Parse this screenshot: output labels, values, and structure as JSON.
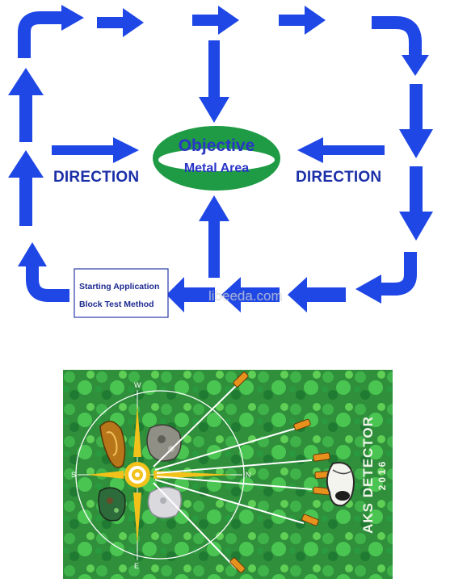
{
  "diagram": {
    "center_line1": "Objective",
    "center_line2": "Metal Area",
    "left_label": "DIRECTION",
    "right_label": "DIRECTION",
    "start_line1": "Starting Application",
    "start_line2": "Block Test Method",
    "watermark": "libeeda.com",
    "colors": {
      "arrow": "#1f47e6",
      "ellipse_fill": "#1f9b45",
      "text": "#1a2fa8"
    }
  },
  "detector": {
    "brand": "AKS DETECTOR",
    "year": "2016",
    "compass_n": "N",
    "compass_s": "S",
    "compass_w": "W",
    "compass_e": "E",
    "icons": [
      "gold-nugget-icon",
      "rock-icon",
      "green-mineral-icon",
      "silver-ore-icon",
      "target-icon",
      "detector-device-icon",
      "probe-icon"
    ],
    "colors": {
      "background": "#2f8f3a",
      "probe": "#e8921e",
      "target": "#f2c21a"
    }
  }
}
